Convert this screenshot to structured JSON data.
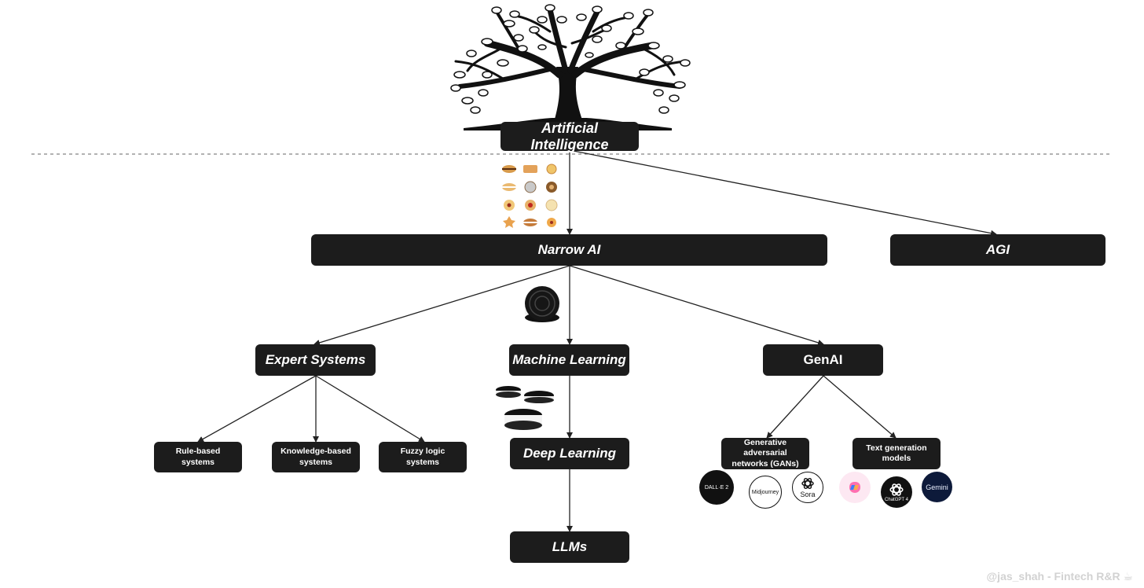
{
  "nodes": {
    "artificial_intelligence": "Artificial Intelligence",
    "narrow_ai": "Narrow AI",
    "agi": "AGI",
    "expert_systems": "Expert Systems",
    "machine_learning": "Machine Learning",
    "genai": "GenAI",
    "rule_based": "Rule-based systems",
    "knowledge_based": "Knowledge-based systems",
    "fuzzy_logic": "Fuzzy logic systems",
    "deep_learning": "Deep Learning",
    "llms": "LLMs",
    "gans": "Generative adversarial networks (GANs)",
    "text_generation": "Text generation models"
  },
  "logos": {
    "dalle": "DALL·E 2",
    "midjourney": "Midjourney",
    "sora": "Sora",
    "chatgpt": "ChatGPT 4",
    "gemini": "Gemini"
  },
  "icons": [
    "tree-icon",
    "cookie-assortment-icon",
    "oreo-cookie-icon",
    "stacked-oreo-icon",
    "copilot-icon"
  ],
  "watermark": "@jas_shah - Fintech R&R ☕",
  "colors": {
    "node_bg": "#1c1c1c",
    "node_text": "#ffffff",
    "edge": "#222222",
    "watermark": "#d2d2d2"
  }
}
